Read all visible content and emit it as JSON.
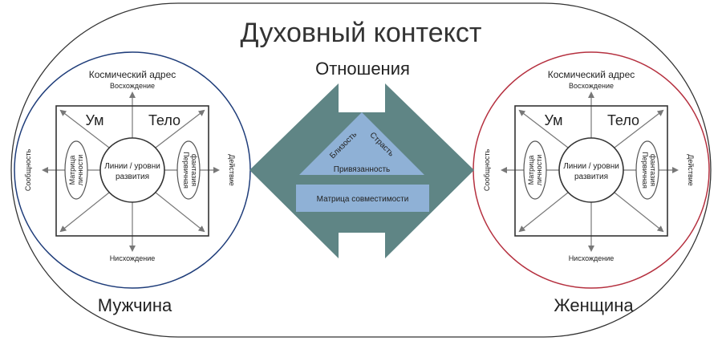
{
  "title": "Духовный контекст",
  "relations": {
    "label": "Отношения",
    "triangle": {
      "left": "Близость",
      "right": "Страсть",
      "bottom": "Привязанность"
    },
    "matrix": "Матрица совместимости"
  },
  "male": {
    "label": "Мужчина",
    "top_title": "Космический адрес",
    "up": "Восхождение",
    "down": "Нисхождение",
    "left": "Сообщность",
    "right": "Действие",
    "mind": "Ум",
    "body": "Тело",
    "center_line1": "Линии / уровни",
    "center_line2": "развития",
    "ellipse_left_line1": "Матрица",
    "ellipse_left_line2": "личности",
    "ellipse_right_line1": "Первичная",
    "ellipse_right_line2": "фантазия"
  },
  "female": {
    "label": "Женщина",
    "top_title": "Космический адрес",
    "up": "Восхождение",
    "down": "Нисхождение",
    "left": "Сообщность",
    "right": "Действие",
    "mind": "Ум",
    "body": "Тело",
    "center_line1": "Линии / уровни",
    "center_line2": "развития",
    "ellipse_left_line1": "Матрица",
    "ellipse_left_line2": "личности",
    "ellipse_right_line1": "Первичная",
    "ellipse_right_line2": "фантазия"
  },
  "colors": {
    "male_circle": "#1f3d7a",
    "female_circle": "#b5303f",
    "diamond": "#5f8585",
    "triangle": "#8fb1d6",
    "matrix_box": "#8fb1d6"
  }
}
